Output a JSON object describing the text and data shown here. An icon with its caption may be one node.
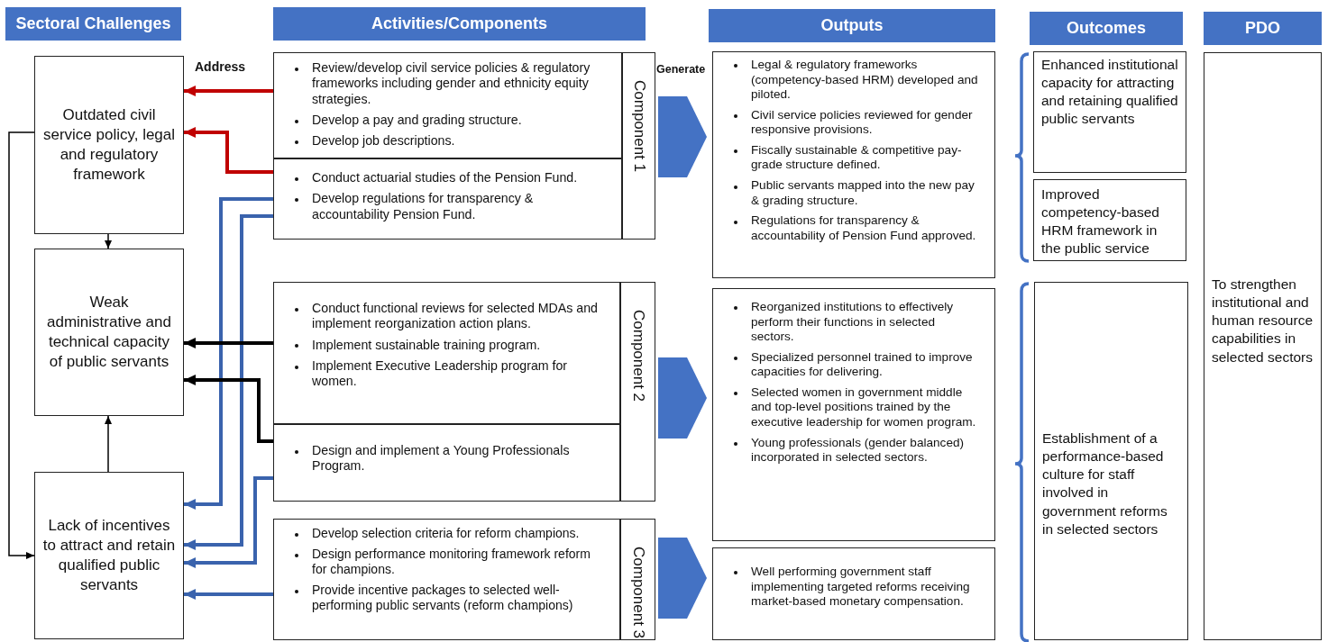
{
  "diagram": {
    "nodes": [
      {
        "text": [
          "Sectoral Challenges"
        ]
      },
      {
        "text": [
          "Activities/Components"
        ]
      },
      {
        "text": [
          "Outputs"
        ]
      },
      {
        "text": [
          "Outcomes"
        ]
      },
      {
        "text": [
          "PDO"
        ]
      },
      {
        "text": [
          "Outdated civil service policy, legal and regulatory framework"
        ]
      },
      {
        "text": [
          "Weak administrative and technical capacity of public servants"
        ]
      },
      {
        "text": [
          "Lack of incentives to attract and retain qualified public servants"
        ]
      },
      {
        "text": [
          "Review/develop civil service policies & regulatory frameworks including gender and ethnicity equity strategies.",
          "Develop a pay and grading structure.",
          "Develop job descriptions."
        ]
      },
      {
        "text": [
          "Conduct actuarial studies of the Pension Fund.",
          "Develop regulations for transparency & accountability Pension Fund."
        ]
      },
      {
        "text": [
          "Component 1"
        ]
      },
      {
        "text": [
          "Conduct functional reviews for selected MDAs and implement reorganization action plans.",
          "Implement sustainable training program.",
          "Implement Executive Leadership program for women."
        ]
      },
      {
        "text": [
          "Design and implement a Young Professionals Program."
        ]
      },
      {
        "text": [
          "Component 2"
        ]
      },
      {
        "text": [
          "Develop selection criteria for reform champions.",
          "Design performance monitoring framework reform for champions.",
          "Provide incentive packages to selected well-performing public servants (reform champions)"
        ]
      },
      {
        "text": [
          "Component 3"
        ]
      },
      {
        "text": [
          "Legal & regulatory frameworks (competency-based HRM) developed and piloted.",
          "Civil service policies reviewed for gender responsive provisions.",
          "Fiscally sustainable & competitive pay-grade structure defined.",
          "Public servants mapped into the new pay & grading structure.",
          "Regulations for transparency & accountability of Pension Fund approved."
        ]
      },
      {
        "text": [
          "Reorganized institutions to effectively perform their functions in selected sectors.",
          "Specialized personnel trained to improve capacities for delivering.",
          "Selected women in government middle and top-level positions trained by the executive leadership for women program.",
          "Young professionals (gender balanced) incorporated in selected sectors."
        ]
      },
      {
        "text": [
          "Well performing government staff implementing targeted reforms receiving market-based monetary compensation."
        ]
      },
      {
        "text": [
          "Enhanced institutional capacity for attracting and retaining qualified public servants"
        ]
      },
      {
        "text": [
          "Improved competency-based HRM framework in the public service"
        ]
      },
      {
        "text": [
          "Establishment of a performance-based culture for staff involved in government reforms in selected sectors"
        ]
      },
      {
        "text": [
          "To strengthen institutional and human resource capabilities in selected sectors"
        ]
      }
    ],
    "edges": [
      {
        "from": 8,
        "to": 5,
        "arrow": "to",
        "color": "#c00000"
      },
      {
        "from": 9,
        "to": 5,
        "arrow": "to",
        "color": "#c00000"
      },
      {
        "from": 9,
        "to": 7,
        "arrow": "to",
        "color": "#3a63ad"
      },
      {
        "from": 9,
        "to": 7,
        "arrow": "to",
        "color": "#3a63ad"
      },
      {
        "from": 12,
        "to": 7,
        "arrow": "to",
        "color": "#3a63ad"
      },
      {
        "from": 14,
        "to": 7,
        "arrow": "to",
        "color": "#3a63ad"
      },
      {
        "from": 11,
        "to": 6,
        "arrow": "to"
      },
      {
        "from": 12,
        "to": 6,
        "arrow": "to"
      },
      {
        "from": 5,
        "to": 6,
        "arrow": "to"
      },
      {
        "from": 7,
        "to": 6,
        "arrow": "to"
      },
      {
        "from": 5,
        "to": 7,
        "arrow": "to"
      },
      {
        "from": 10,
        "to": 16,
        "arrow": "to",
        "color": "#4472c4"
      },
      {
        "from": 13,
        "to": 17,
        "arrow": "to",
        "color": "#4472c4"
      },
      {
        "from": 15,
        "to": 18,
        "arrow": "to",
        "color": "#4472c4"
      }
    ],
    "labels": [
      "Address",
      "Generate"
    ]
  }
}
